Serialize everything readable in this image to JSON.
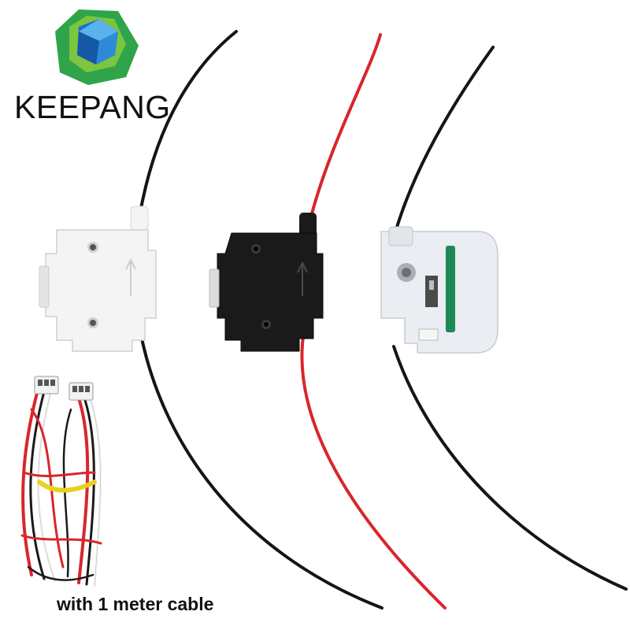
{
  "brand": {
    "name": "KEEPANG",
    "logo_icon": "hexagon-cube-logo"
  },
  "caption": {
    "text": "with 1 meter cable"
  },
  "products": [
    {
      "name": "white-sensor",
      "body_color": "#f4f4f4",
      "wire_color": "#151515"
    },
    {
      "name": "black-sensor",
      "body_color": "#1a1a1a",
      "wire_color": "#d8262c"
    },
    {
      "name": "clear-sensor",
      "body_color": "#e6ebef",
      "wire_color": "#151515"
    }
  ],
  "cable": {
    "colors": [
      "#d8262c",
      "#1a1a1a",
      "#f2f2f2"
    ],
    "tie_color": "#e8d21e"
  }
}
